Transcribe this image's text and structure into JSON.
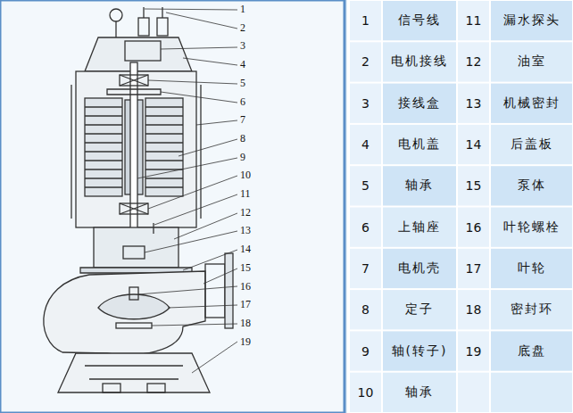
{
  "diagram": {
    "labels": [
      "1",
      "2",
      "3",
      "4",
      "5",
      "6",
      "7",
      "8",
      "9",
      "10",
      "11",
      "12",
      "13",
      "14",
      "15",
      "16",
      "17",
      "18",
      "19",
      "1",
      "信号线",
      "11",
      "漏水探头",
      "2",
      "电机接线",
      "12",
      "油室",
      "3",
      "接线盒",
      "13",
      "机械密封",
      "4",
      "电机盖",
      "14",
      "后盖板",
      "5",
      "轴承",
      "15",
      "泵体",
      "6",
      "上轴座",
      "16",
      "叶轮螺栓",
      "7",
      "电机壳",
      "17",
      "叶轮",
      "8",
      "定子",
      "18",
      "密封环",
      "9",
      "轴(转子)",
      "19",
      "底盘",
      "10",
      "轴承"
    ]
  }
}
